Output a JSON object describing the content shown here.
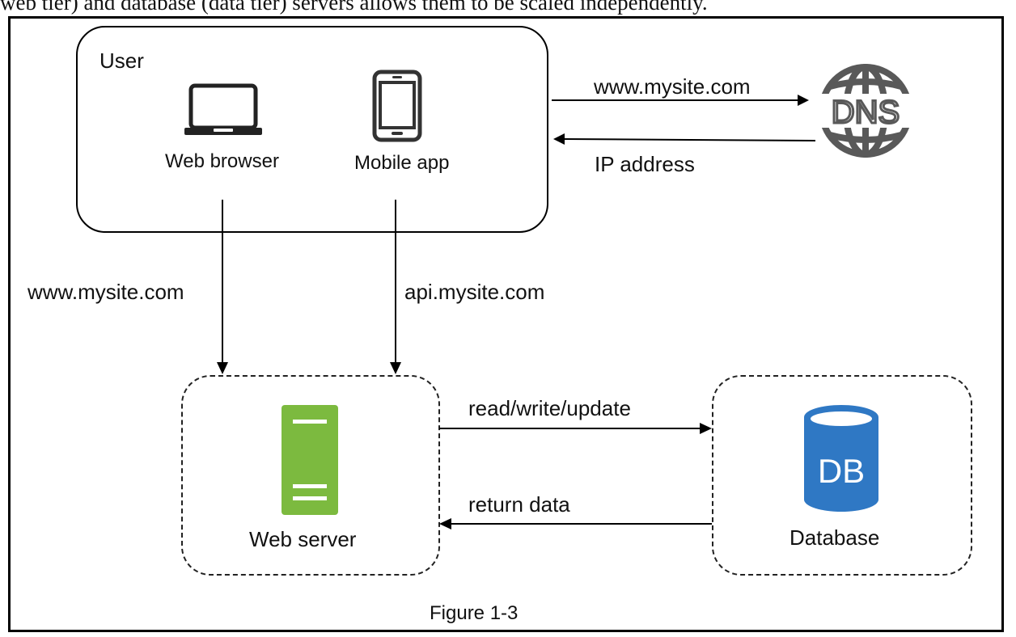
{
  "header_caption": "web tier) and database (data tier) servers allows them to be scaled independently.",
  "user_group": {
    "title": "User",
    "web_browser_label": "Web browser",
    "mobile_app_label": "Mobile app"
  },
  "dns": {
    "icon_text": "DNS",
    "request_label": "www.mysite.com",
    "response_label": "IP address"
  },
  "flows": {
    "browser_to_server": "www.mysite.com",
    "mobile_to_server": "api.mysite.com",
    "server_to_db": "read/write/update",
    "db_to_server": "return data"
  },
  "web_server": {
    "label": "Web server"
  },
  "database": {
    "icon_text": "DB",
    "label": "Database"
  },
  "figure_caption": "Figure 1-3",
  "colors": {
    "server_green": "#7cba3f",
    "db_blue": "#2f78c4",
    "dns_gray": "#595959"
  },
  "icons": {
    "browser": "laptop-icon",
    "mobile": "smartphone-icon",
    "dns": "dns-globe-icon",
    "server": "server-icon",
    "database": "database-icon"
  }
}
